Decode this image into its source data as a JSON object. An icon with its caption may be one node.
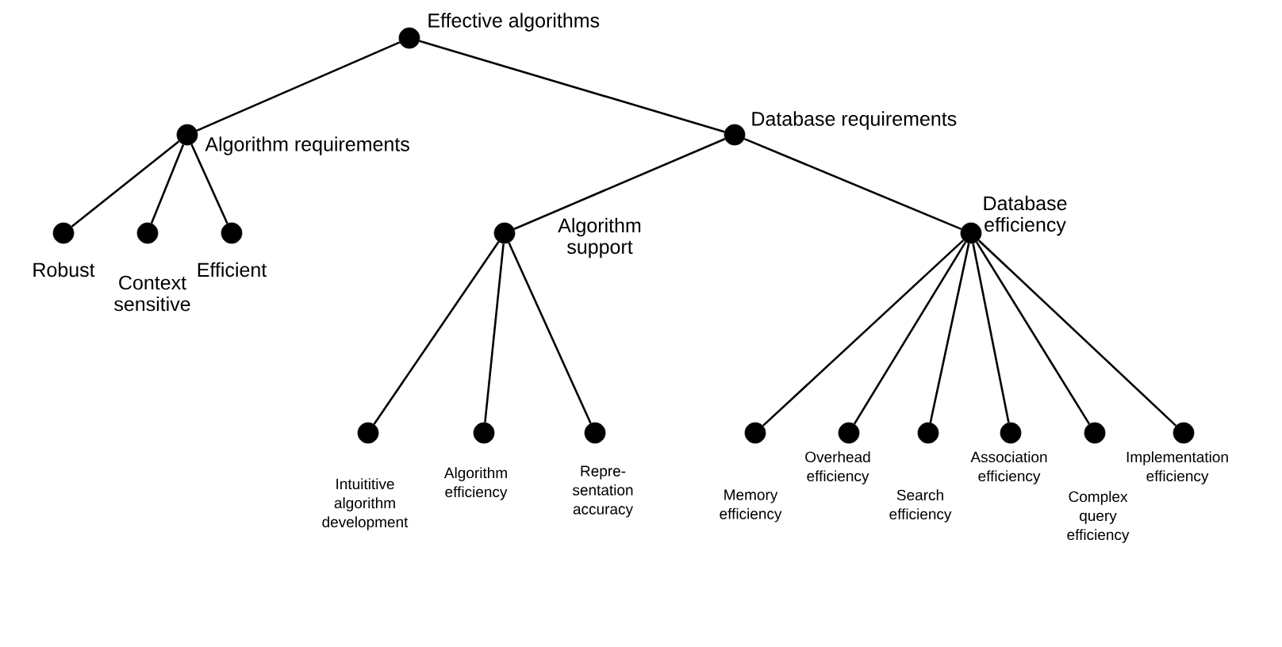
{
  "diagram": {
    "nodes": [
      {
        "text": [],
        "shape": "circle",
        "beside": [
          "Effective algorithms"
        ]
      },
      {
        "text": [],
        "shape": "circle",
        "beside": [
          "Algorithm requirements"
        ]
      },
      {
        "text": [],
        "shape": "circle",
        "beside": [
          "Database requirements"
        ]
      },
      {
        "text": [],
        "shape": "circle",
        "beside": [
          "Robust"
        ]
      },
      {
        "text": [],
        "shape": "circle",
        "beside": [
          "Context sensitive"
        ]
      },
      {
        "text": [],
        "shape": "circle",
        "beside": [
          "Efficient"
        ]
      },
      {
        "text": [],
        "shape": "circle",
        "beside": [
          "Algorithm support"
        ]
      },
      {
        "text": [],
        "shape": "circle",
        "beside": [
          "Database efficiency"
        ]
      },
      {
        "text": [],
        "shape": "circle",
        "beside": [
          "Intuititive algorithm development"
        ]
      },
      {
        "text": [],
        "shape": "circle",
        "beside": [
          "Algorithm efficiency"
        ]
      },
      {
        "text": [],
        "shape": "circle",
        "beside": [
          "Repre- sentation accuracy"
        ]
      },
      {
        "text": [],
        "shape": "circle",
        "beside": [
          "Memory efficiency"
        ]
      },
      {
        "text": [],
        "shape": "circle",
        "beside": [
          "Overhead efficiency"
        ]
      },
      {
        "text": [],
        "shape": "circle",
        "beside": [
          "Search efficiency"
        ]
      },
      {
        "text": [],
        "shape": "circle",
        "beside": [
          "Association efficiency"
        ]
      },
      {
        "text": [],
        "shape": "circle",
        "beside": [
          "Complex query efficiency"
        ]
      },
      {
        "text": [],
        "shape": "circle",
        "beside": [
          "Implementation efficiency"
        ]
      }
    ],
    "edges": [
      {
        "from": 0,
        "to": 1,
        "arrow": "none"
      },
      {
        "from": 0,
        "to": 2,
        "arrow": "none"
      },
      {
        "from": 1,
        "to": 3,
        "arrow": "none"
      },
      {
        "from": 1,
        "to": 4,
        "arrow": "none"
      },
      {
        "from": 1,
        "to": 5,
        "arrow": "none"
      },
      {
        "from": 2,
        "to": 6,
        "arrow": "none"
      },
      {
        "from": 2,
        "to": 7,
        "arrow": "none"
      },
      {
        "from": 6,
        "to": 8,
        "arrow": "none"
      },
      {
        "from": 6,
        "to": 9,
        "arrow": "none"
      },
      {
        "from": 6,
        "to": 10,
        "arrow": "none"
      },
      {
        "from": 7,
        "to": 11,
        "arrow": "none"
      },
      {
        "from": 7,
        "to": 12,
        "arrow": "none"
      },
      {
        "from": 7,
        "to": 13,
        "arrow": "none"
      },
      {
        "from": 7,
        "to": 14,
        "arrow": "none"
      },
      {
        "from": 7,
        "to": 15,
        "arrow": "none"
      },
      {
        "from": 7,
        "to": 16,
        "arrow": "none"
      }
    ]
  }
}
